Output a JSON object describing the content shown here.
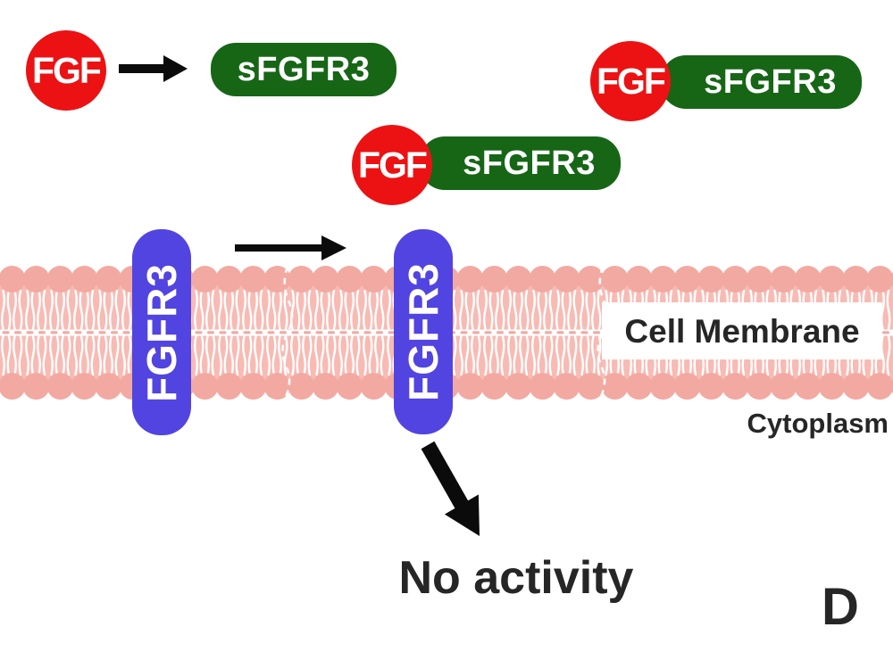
{
  "panel": {
    "letter": "D"
  },
  "molecules": {
    "fgf": "FGF",
    "sfgfr3": "sFGFR3",
    "fgfr3": "FGFR3"
  },
  "labels": {
    "cell_membrane": "Cell Membrane",
    "cytoplasm": "Cytoplasm",
    "no_activity": "No activity"
  },
  "colors": {
    "fgf_red": "#EC1213",
    "sfgfr3_green": "#166616",
    "fgfr3_purple": "#5244E1",
    "membrane_head": "#F2A9A1",
    "membrane_body": "#F7BBB4",
    "arrow_black": "#0B0B0B",
    "label_dark": "#262626"
  }
}
